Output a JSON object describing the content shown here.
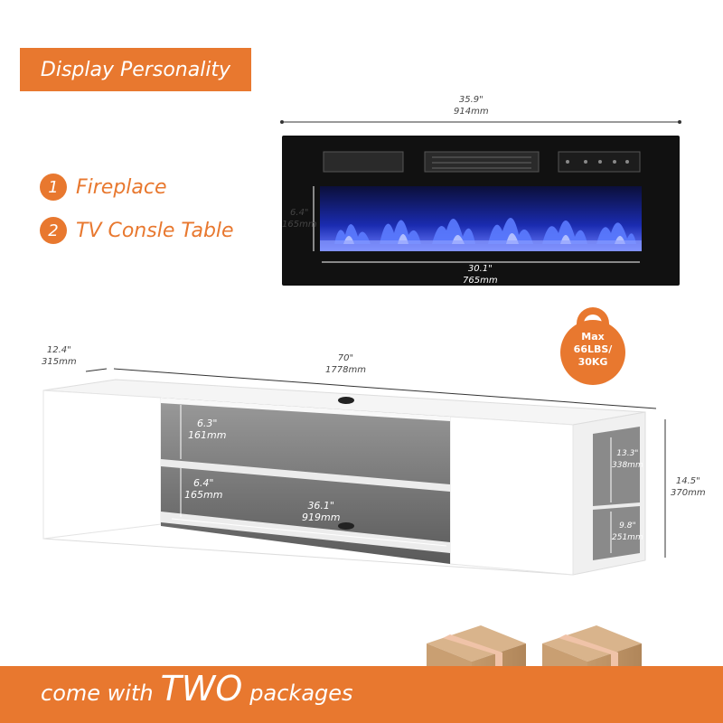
{
  "banner": {
    "title": "Display Personality"
  },
  "features": [
    {
      "num": "1",
      "label": "Fireplace"
    },
    {
      "num": "2",
      "label": "TV Consle Table"
    }
  ],
  "fireplace": {
    "width": {
      "in": "35.9\"",
      "mm": "914mm"
    },
    "flame_height": {
      "in": "6.4\"",
      "mm": "165mm"
    },
    "flame_width": {
      "in": "30.1\"",
      "mm": "765mm"
    }
  },
  "weight_badge": {
    "line1": "Max",
    "line2": "66LBS/",
    "line3": "30KG"
  },
  "console": {
    "depth": {
      "in": "12.4\"",
      "mm": "315mm"
    },
    "length": {
      "in": "70\"",
      "mm": "1778mm"
    },
    "upper_shelf": {
      "in": "6.3\"",
      "mm": "161mm"
    },
    "lower_shelf": {
      "in": "6.4\"",
      "mm": "165mm"
    },
    "shelf_width": {
      "in": "36.1\"",
      "mm": "919mm"
    },
    "height": {
      "in": "14.5\"",
      "mm": "370mm"
    },
    "side_upper": {
      "in": "13.3\"",
      "mm": "338mm"
    },
    "side_lower": {
      "in": "9.8\"",
      "mm": "251mm"
    }
  },
  "footer": {
    "prefix": "come with",
    "emphasis": "TWO",
    "suffix": "packages"
  },
  "colors": {
    "accent": "#e8782f",
    "flame": "#3a4cff",
    "box": "#c9a27a"
  }
}
